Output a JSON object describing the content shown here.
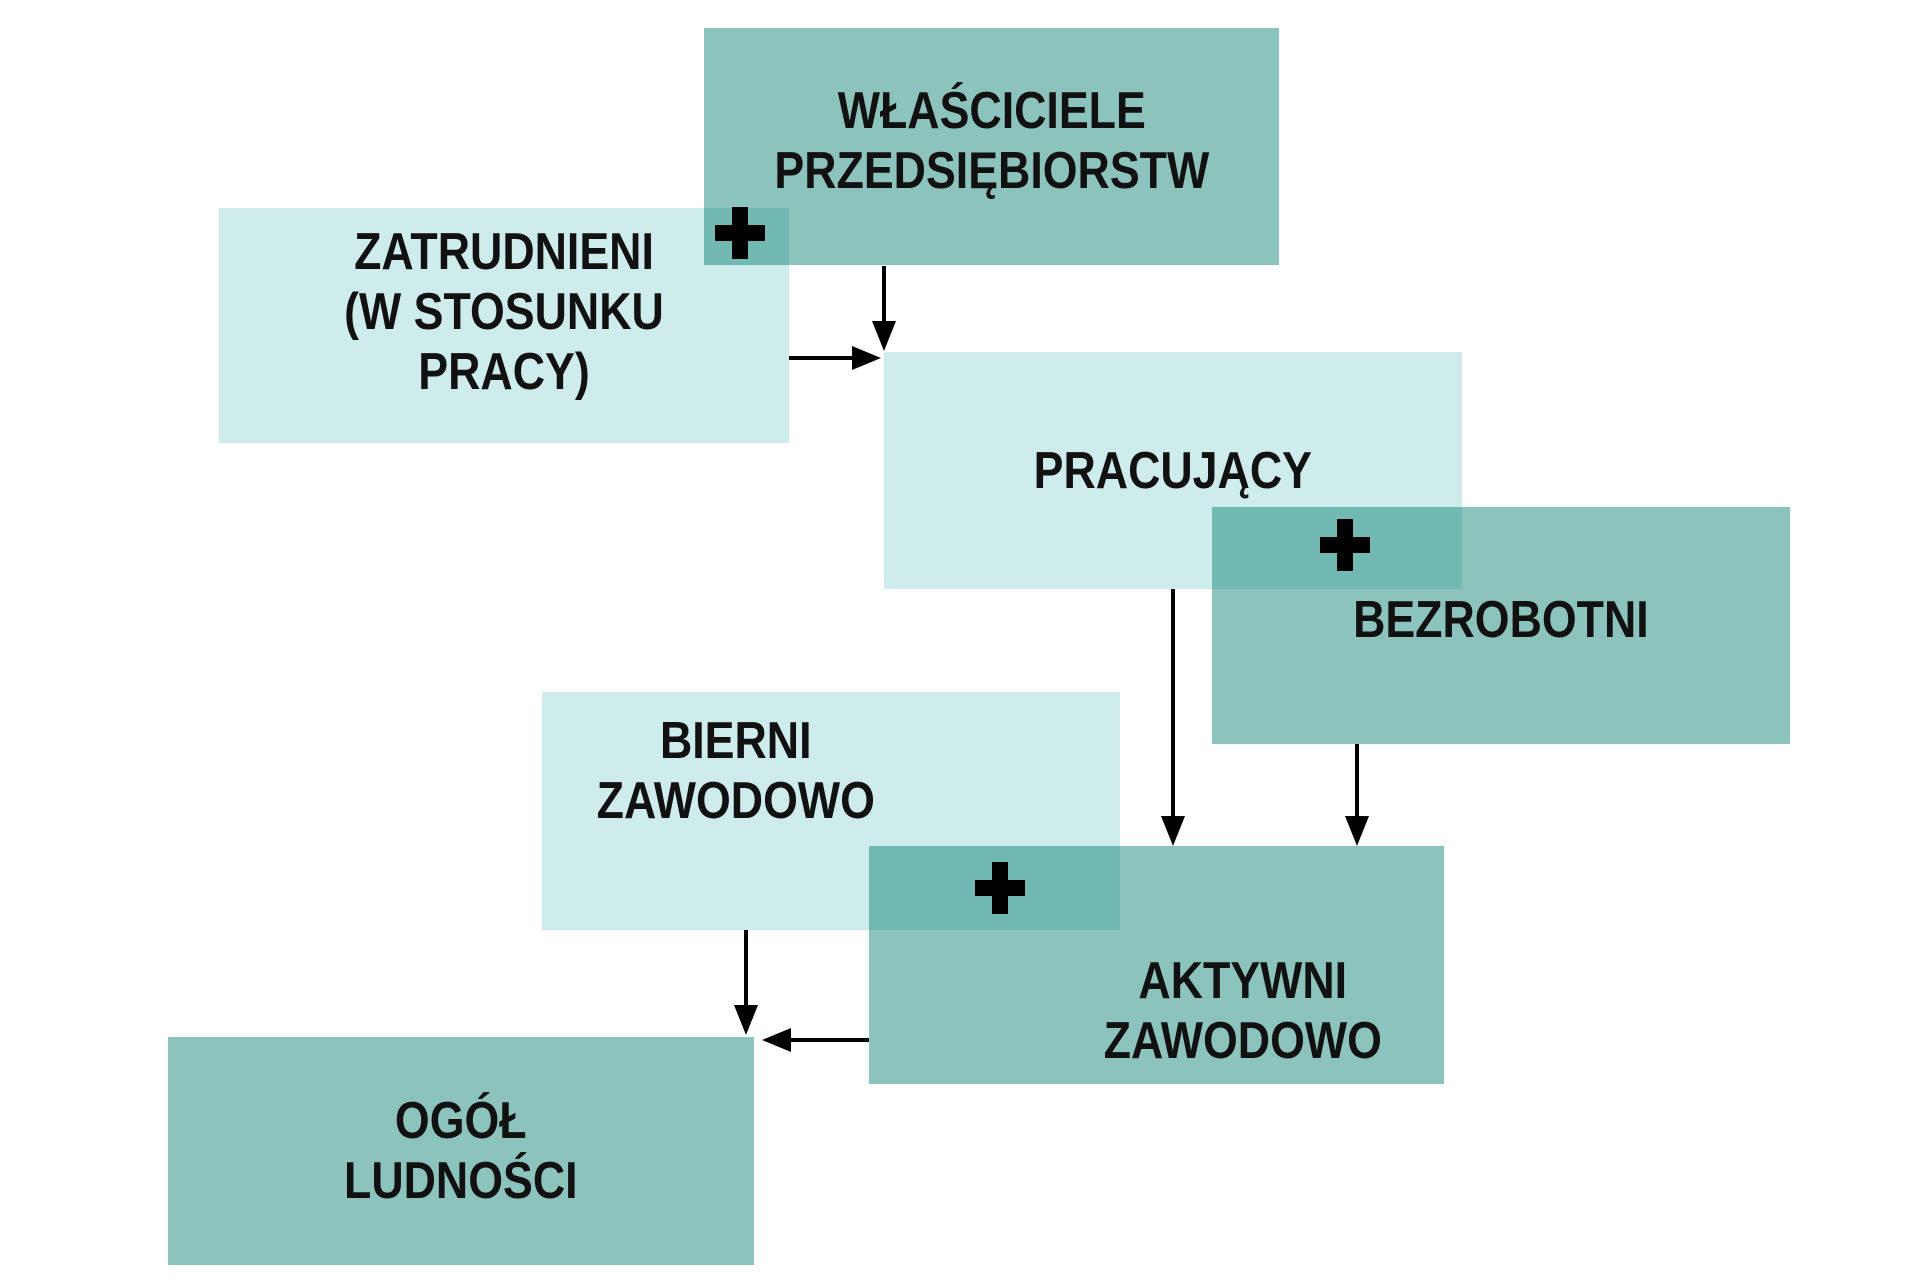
{
  "colors": {
    "background": "#FFFFFF",
    "box_light": "#CDECEB",
    "box_dark_fill": "rgba(10,127,114,0.47)",
    "box_dark_over_white": "#8CC3BD",
    "overlap_tint": "#71B9B2",
    "label_text": "#111111",
    "arrow": "#000000"
  },
  "diagram": {
    "boxes": [
      {
        "id": "wlasciciele-przedsiebiorstw",
        "label": [
          "WŁAŚCICIELE",
          "PRZEDSIĘBIORSTW"
        ],
        "tone": "dark"
      },
      {
        "id": "zatrudnieni",
        "label": [
          "ZATRUDNIENI",
          "(W STOSUNKU PRACY)"
        ],
        "tone": "light"
      },
      {
        "id": "pracujacy",
        "label": [
          "PRACUJĄCY"
        ],
        "tone": "light"
      },
      {
        "id": "bezrobotni",
        "label": [
          "BEZROBOTNI"
        ],
        "tone": "dark"
      },
      {
        "id": "bierni-zawodowo",
        "label": [
          "BIERNI",
          "ZAWODOWO"
        ],
        "tone": "light"
      },
      {
        "id": "aktywni-zawodowo",
        "label": [
          "AKTYWNI",
          "ZAWODOWO"
        ],
        "tone": "dark"
      },
      {
        "id": "ogol-ludnosci",
        "label": [
          "OGÓŁ",
          "LUDNOŚCI"
        ],
        "tone": "dark"
      }
    ],
    "operators": [
      {
        "symbol": "+",
        "joins": [
          "zatrudnieni",
          "wlasciciele-przedsiebiorstw"
        ]
      },
      {
        "symbol": "+",
        "joins": [
          "pracujacy",
          "bezrobotni"
        ]
      },
      {
        "symbol": "+",
        "joins": [
          "bierni-zawodowo",
          "aktywni-zawodowo"
        ]
      }
    ],
    "arrows": [
      {
        "from": "wlasciciele-przedsiebiorstw",
        "to": "pracujacy",
        "direction": "down"
      },
      {
        "from": "zatrudnieni",
        "to": "pracujacy",
        "direction": "right"
      },
      {
        "from": "pracujacy",
        "to": "aktywni-zawodowo",
        "direction": "down"
      },
      {
        "from": "bezrobotni",
        "to": "aktywni-zawodowo",
        "direction": "down"
      },
      {
        "from": "bierni-zawodowo",
        "to": "ogol-ludnosci",
        "direction": "down"
      },
      {
        "from": "aktywni-zawodowo",
        "to": "ogol-ludnosci",
        "direction": "left"
      }
    ]
  }
}
